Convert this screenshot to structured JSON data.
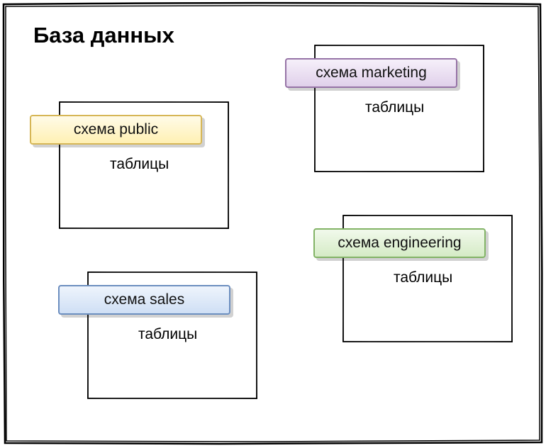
{
  "title": "База данных",
  "schemas": [
    {
      "name": "схема public",
      "tables_label": "таблицы",
      "color": "#f5d35e",
      "fill": "#fff5cc"
    },
    {
      "name": "схема marketing",
      "tables_label": "таблицы",
      "color": "#9a74a8",
      "fill": "#ece3f2"
    },
    {
      "name": "схема engineering",
      "tables_label": "таблицы",
      "color": "#7ab44e",
      "fill": "#e4f2d9"
    },
    {
      "name": "схема sales",
      "tables_label": "таблицы",
      "color": "#6c8ebf",
      "fill": "#dde8f8"
    }
  ]
}
